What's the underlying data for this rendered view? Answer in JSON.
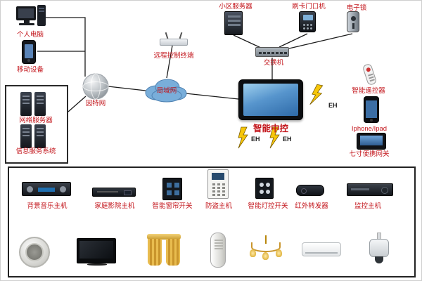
{
  "colors": {
    "label_red": "#c3161c",
    "line": "#1b1b1b",
    "bolt_yellow": "#f6c60a",
    "cloud_blue": "#79aeda"
  },
  "top": {
    "pc": "个人电脑",
    "mobile": "移动设备",
    "network_server": "网络服务器",
    "info_system": "信息服务系统",
    "internet": "因特网",
    "lan": "局域网",
    "remote_terminal": "远程控制终端",
    "community_server": "小区服务器",
    "door_machine": "刷卡门口机",
    "electronic_lock": "电子锁",
    "switch": "交换机",
    "central_control": "智能中控",
    "smart_remote": "智能遥控器",
    "iphone_ipad": "Iphone/Ipad",
    "portable_gateway": "七寸便携网关",
    "eh": "EH"
  },
  "bottom": {
    "music_host": "背景音乐主机",
    "theater_host": "家庭影院主机",
    "curtain_switch": "智能窗帘开关",
    "security_host": "防盗主机",
    "light_switch": "智能灯控开关",
    "ir_repeater": "红外转发器",
    "monitor_host": "监控主机"
  }
}
